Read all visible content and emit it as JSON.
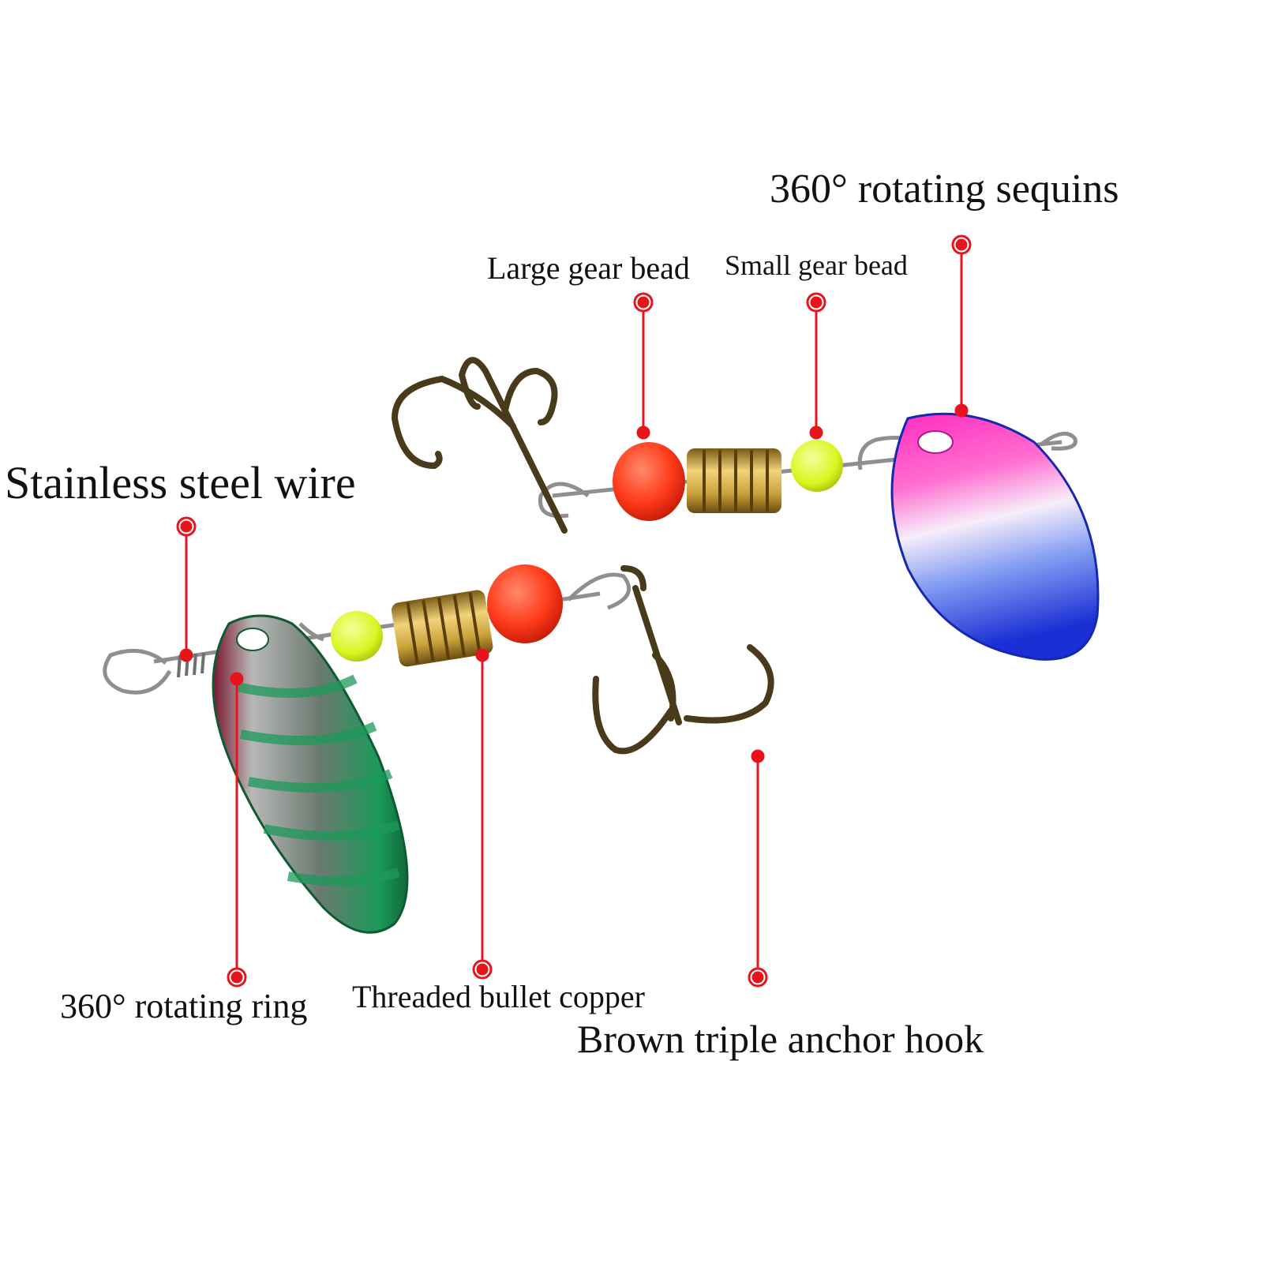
{
  "labels": {
    "rotating_sequins": "360° rotating sequins",
    "large_gear_bead": "Large gear bead",
    "small_gear_bead": "Small gear bead",
    "stainless_steel_wire": "Stainless steel wire",
    "rotating_ring": "360° rotating ring",
    "threaded_bullet_copper": "Threaded bullet copper",
    "brown_triple_anchor_hook": "Brown triple anchor hook"
  },
  "colors": {
    "callout_red": "#e8141c",
    "text": "#111111",
    "hook_brown": "#4a3a1c",
    "brass": "#c9a23a",
    "bead_red": "#ff3a1a",
    "bead_yellow": "#d8f51e",
    "wire_steel": "#9a9a9a",
    "blade_green": "#1c9a5a",
    "blade_pink": "#ff2cc0",
    "blade_blue": "#2438d8"
  }
}
